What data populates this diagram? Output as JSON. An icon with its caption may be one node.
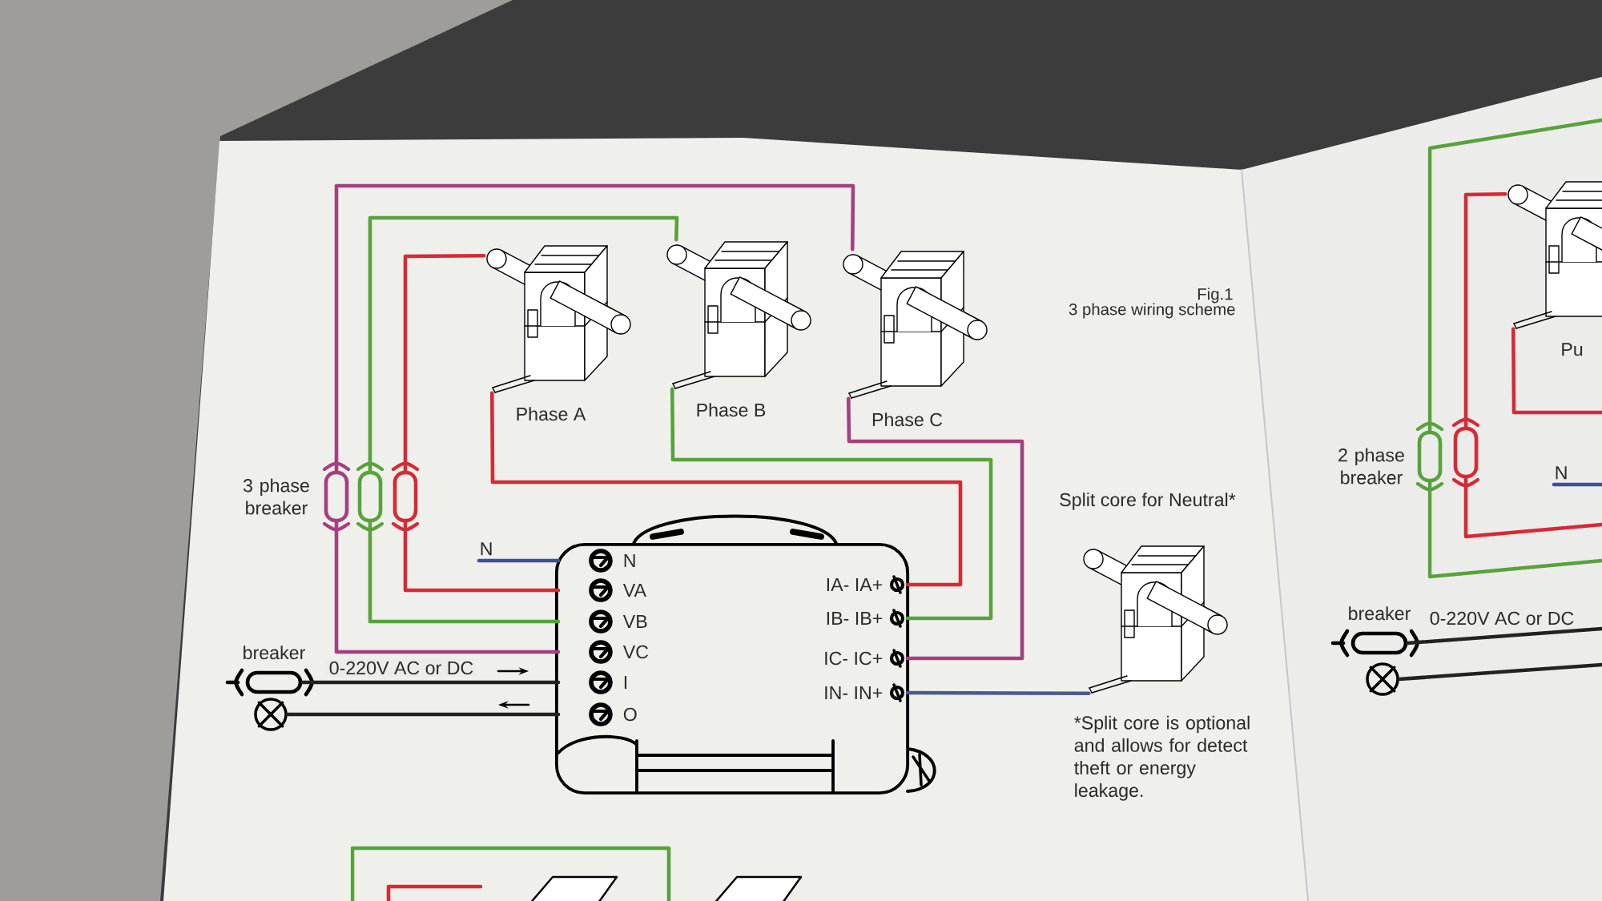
{
  "diagram": {
    "title": "3 phase wiring scheme",
    "nodes": [
      {
        "text": [
          "Phase A"
        ]
      },
      {
        "text": [
          "Phase B"
        ]
      },
      {
        "text": [
          "Phase C"
        ]
      },
      {
        "text": [],
        "shape": "capsule"
      },
      {
        "text": [],
        "shape": "capsule"
      },
      {
        "text": [],
        "shape": "capsule"
      },
      {
        "text": [
          "N"
        ]
      },
      {
        "text": [
          "breaker"
        ]
      },
      {
        "text": [],
        "shape": "circle"
      },
      {
        "text": [],
        "shape": "picture"
      },
      {
        "text": [
          "N"
        ],
        "in": 9
      },
      {
        "text": [
          "VA"
        ],
        "in": 9
      },
      {
        "text": [
          "VB"
        ],
        "in": 9
      },
      {
        "text": [
          "VC"
        ],
        "in": 9
      },
      {
        "text": [
          "I"
        ],
        "in": 9
      },
      {
        "text": [
          "O"
        ],
        "in": 9
      },
      {
        "text": [
          "IA- IA+"
        ],
        "in": 9
      },
      {
        "text": [
          "IB- IB+"
        ],
        "in": 9
      },
      {
        "text": [
          "IC- IC+"
        ],
        "in": 9
      },
      {
        "text": [
          "IN- IN+"
        ],
        "in": 9
      },
      {
        "text": [
          "Split core for Neutral*"
        ],
        "beside": [
          "*Split core is optional and allows for detect theft or energy leakage."
        ]
      },
      {
        "text": [
          "Pu"
        ]
      },
      {
        "text": [],
        "shape": "capsule"
      },
      {
        "text": [],
        "shape": "capsule"
      },
      {
        "text": [
          "N"
        ]
      },
      {
        "text": [
          "breaker"
        ]
      },
      {
        "text": [],
        "shape": "circle"
      }
    ],
    "edges": [
      {
        "from": 2,
        "to": 3,
        "arrow": "none",
        "color": "#a3407f"
      },
      {
        "from": 1,
        "to": 4,
        "arrow": "none",
        "color": "#58a23c"
      },
      {
        "from": 0,
        "to": 5,
        "arrow": "none",
        "color": "#d62a35"
      },
      {
        "from": 3,
        "to": 13,
        "arrow": "none",
        "color": "#a3407f"
      },
      {
        "from": 4,
        "to": 12,
        "arrow": "none",
        "color": "#58a23c"
      },
      {
        "from": 5,
        "to": 11,
        "arrow": "none",
        "color": "#d62a35"
      },
      {
        "from": 6,
        "to": 10,
        "arrow": "none",
        "color": "#3f4f9a"
      },
      {
        "from": 7,
        "to": 14,
        "arrow": "none",
        "color": "#222222",
        "label": "0-220V AC or DC"
      },
      {
        "from": 8,
        "to": 15,
        "arrow": "none",
        "color": "#222222"
      },
      {
        "from": 0,
        "to": 16,
        "arrow": "none",
        "color": "#d62a35"
      },
      {
        "from": 1,
        "to": 17,
        "arrow": "none",
        "color": "#58a23c"
      },
      {
        "from": 2,
        "to": 18,
        "arrow": "none",
        "color": "#a3407f"
      },
      {
        "from": 20,
        "to": 19,
        "arrow": "none",
        "color": "#4a5a8c"
      },
      {
        "from": 21,
        "to": 23,
        "arrow": "none",
        "color": "#d62a35"
      },
      {
        "from": null,
        "to": 22,
        "arrow": "none",
        "color": "#58a23c"
      },
      {
        "from": 22,
        "to": null,
        "arrow": "none",
        "color": "#58a23c"
      },
      {
        "from": 23,
        "to": null,
        "arrow": "none",
        "color": "#d62a35"
      },
      {
        "from": 21,
        "to": null,
        "arrow": "none",
        "color": "#d62a35"
      },
      {
        "from": 24,
        "to": null,
        "arrow": "none",
        "color": "#3f4f9a"
      },
      {
        "from": 25,
        "to": null,
        "arrow": "none",
        "color": "#222222",
        "label": "0-220V AC or DC"
      },
      {
        "from": 26,
        "to": null,
        "arrow": "none",
        "color": "#222222"
      }
    ],
    "labels": [
      "Fig.1",
      "3 phase breaker",
      "2 phase breaker"
    ]
  }
}
